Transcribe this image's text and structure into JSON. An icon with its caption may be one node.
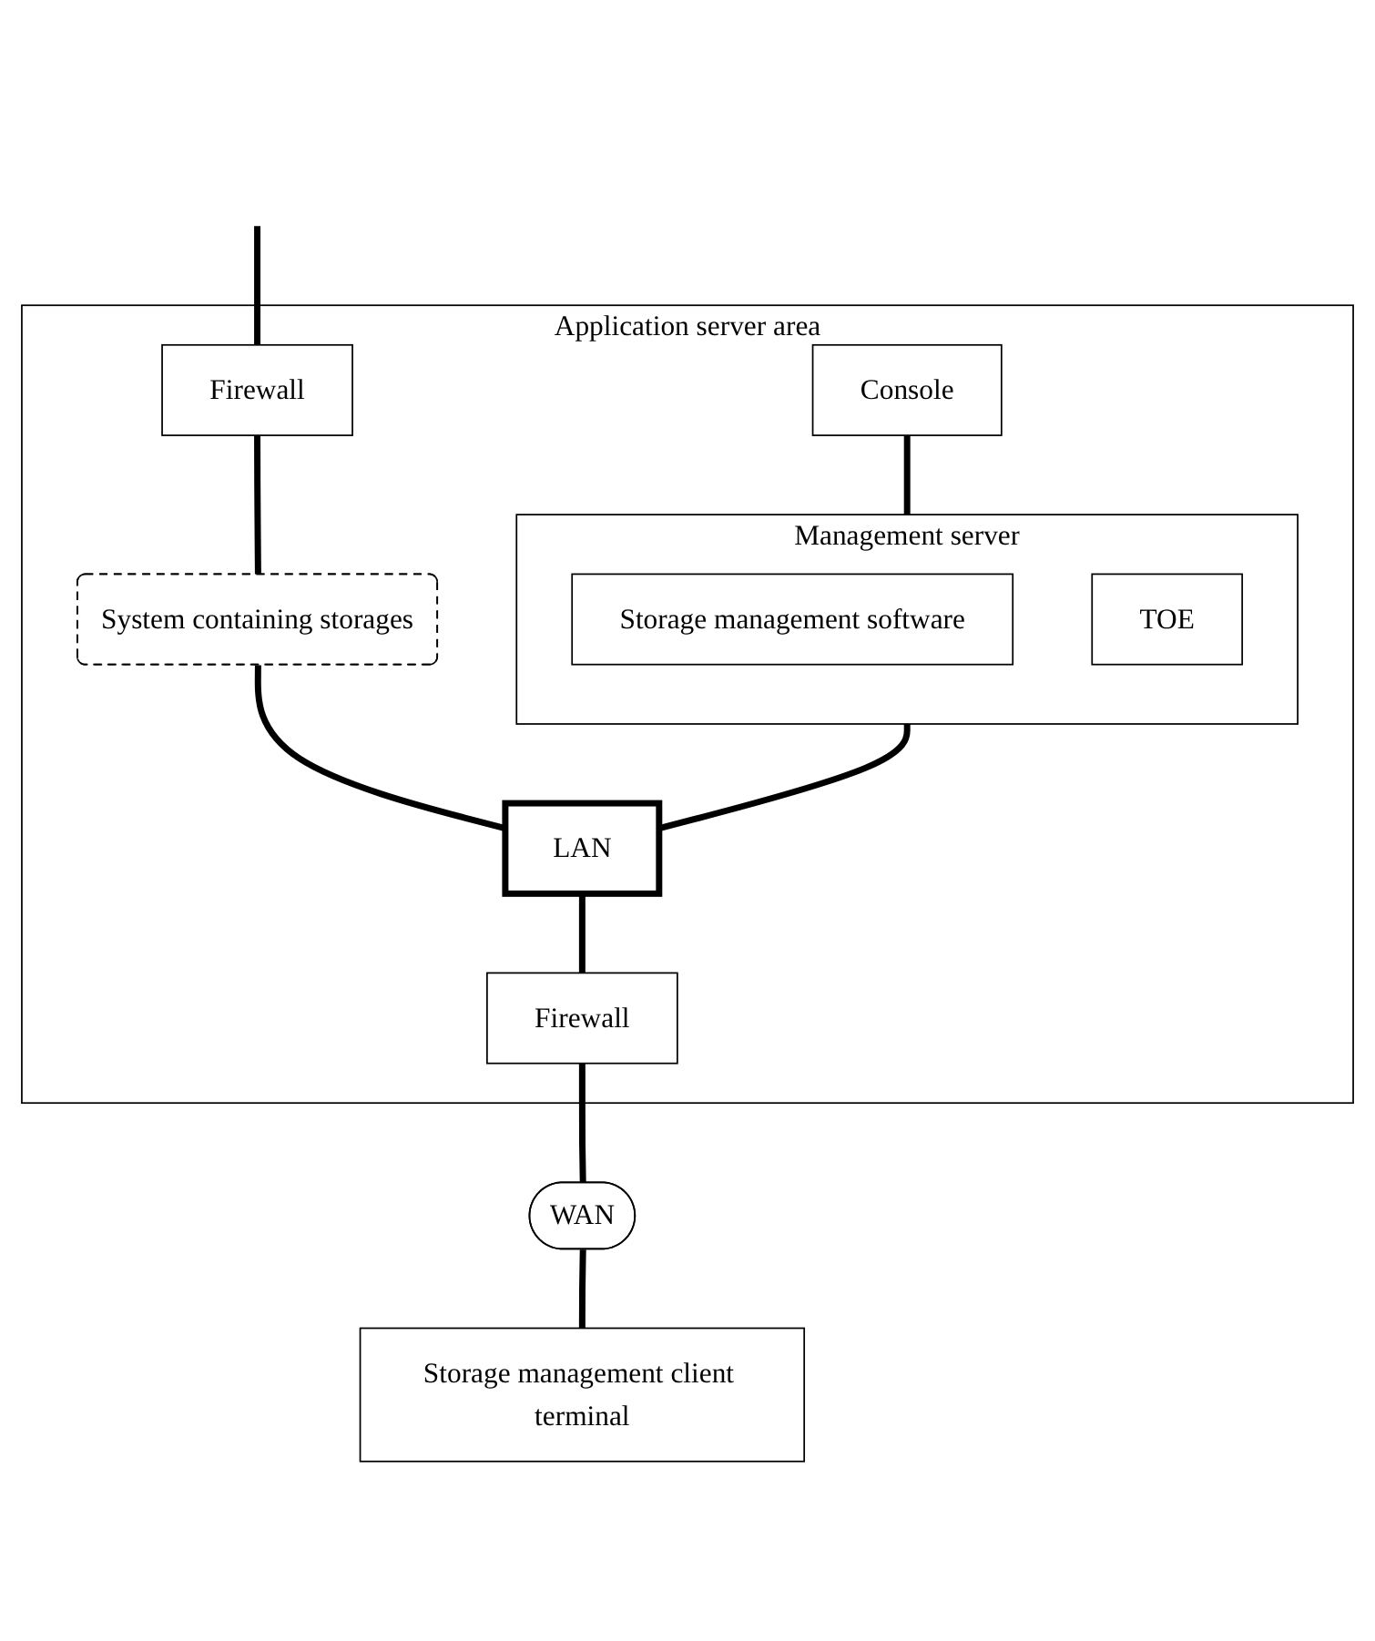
{
  "diagram": {
    "nodes": [
      {
        "text": [
          "Application server area"
        ]
      },
      {
        "text": [
          "Firewall"
        ],
        "in": 0
      },
      {
        "text": [
          "Console"
        ],
        "in": 0
      },
      {
        "text": [
          "Management server"
        ],
        "in": 0
      },
      {
        "text": [
          "Storage management software"
        ],
        "in": 3
      },
      {
        "text": [
          "TOE"
        ],
        "in": 3
      },
      {
        "text": [
          "System containing storages"
        ],
        "in": 0
      },
      {
        "text": [
          "LAN"
        ],
        "in": 0
      },
      {
        "text": [
          "Firewall"
        ],
        "in": 0
      },
      {
        "text": [
          "WAN"
        ]
      },
      {
        "text": [
          "Storage management client terminal"
        ]
      }
    ],
    "edges": [
      {
        "from": null,
        "to": 1,
        "arrow": "none"
      },
      {
        "from": 1,
        "to": 6,
        "arrow": "none"
      },
      {
        "from": 2,
        "to": 3,
        "arrow": "none"
      },
      {
        "from": 3,
        "to": 7,
        "arrow": "none"
      },
      {
        "from": 6,
        "to": 7,
        "arrow": "none"
      },
      {
        "from": 7,
        "to": 8,
        "arrow": "none"
      },
      {
        "from": 8,
        "to": 9,
        "arrow": "none"
      },
      {
        "from": 9,
        "to": 10,
        "arrow": "none"
      }
    ]
  }
}
